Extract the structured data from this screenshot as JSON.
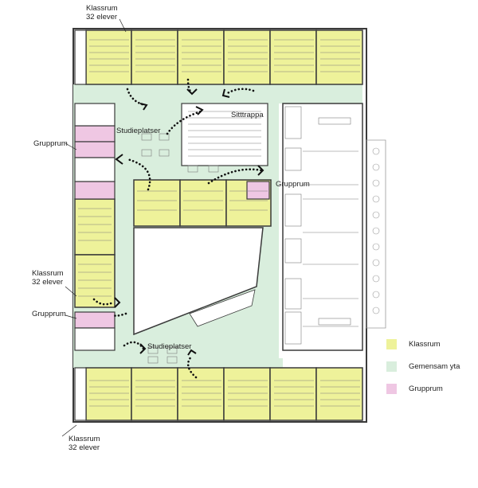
{
  "colors": {
    "klassrum": "#eef29a",
    "gemensam": "#d9eedd",
    "grupprum": "#efc7e3",
    "wall": "#3a3a3a",
    "furniture": "#7c7c7c"
  },
  "labels": {
    "top_klassrum_line1": "Klassrum",
    "top_klassrum_line2": "32 elever",
    "grupprum_left_top": "Grupprum",
    "studieplatser_top": "Studieplatser",
    "sitttrappa": "Sitttrappa",
    "grupprum_center": "Grupprum",
    "klassrum_left_line1": "Klassrum",
    "klassrum_left_line2": "32 elever",
    "grupprum_left_bottom": "Grupprum",
    "studieplatser_bottom": "Studieplatser",
    "bottom_klassrum_line1": "Klassrum",
    "bottom_klassrum_line2": "32 elever"
  },
  "legend": [
    {
      "label": "Klassrum",
      "color": "#eef29a"
    },
    {
      "label": "Gemensam yta",
      "color": "#d9eedd"
    },
    {
      "label": "Grupprum",
      "color": "#efc7e3"
    }
  ]
}
